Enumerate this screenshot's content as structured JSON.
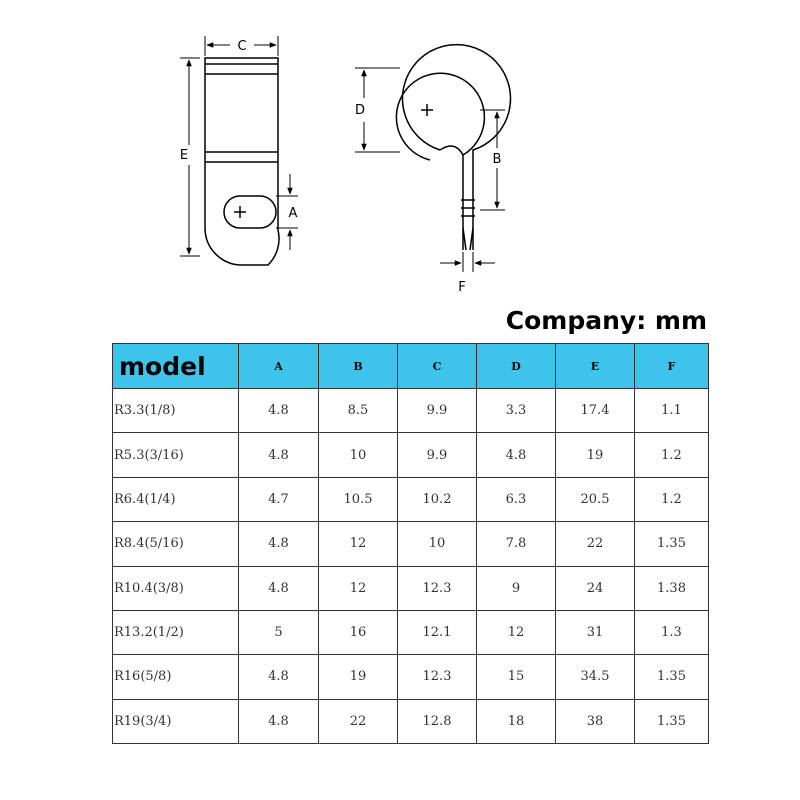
{
  "diagram": {
    "labels": {
      "c": "C",
      "e": "E",
      "a": "A",
      "d": "D",
      "b": "B",
      "f": "F"
    }
  },
  "unit_caption": "Company: mm",
  "table": {
    "headers": [
      "model",
      "A",
      "B",
      "C",
      "D",
      "E",
      "F"
    ],
    "rows": [
      [
        "R3.3(1/8)",
        "4.8",
        "8.5",
        "9.9",
        "3.3",
        "17.4",
        "1.1"
      ],
      [
        "R5.3(3/16)",
        "4.8",
        "10",
        "9.9",
        "4.8",
        "19",
        "1.2"
      ],
      [
        "R6.4(1/4)",
        "4.7",
        "10.5",
        "10.2",
        "6.3",
        "20.5",
        "1.2"
      ],
      [
        "R8.4(5/16)",
        "4.8",
        "12",
        "10",
        "7.8",
        "22",
        "1.35"
      ],
      [
        "R10.4(3/8)",
        "4.8",
        "12",
        "12.3",
        "9",
        "24",
        "1.38"
      ],
      [
        "R13.2(1/2)",
        "5",
        "16",
        "12.1",
        "12",
        "31",
        "1.3"
      ],
      [
        "R16(5/8)",
        "4.8",
        "19",
        "12.3",
        "15",
        "34.5",
        "1.35"
      ],
      [
        "R19(3/4)",
        "4.8",
        "22",
        "12.8",
        "18",
        "38",
        "1.35"
      ]
    ]
  },
  "colors": {
    "header_bg": "#3ec3ea",
    "border": "#333333"
  }
}
